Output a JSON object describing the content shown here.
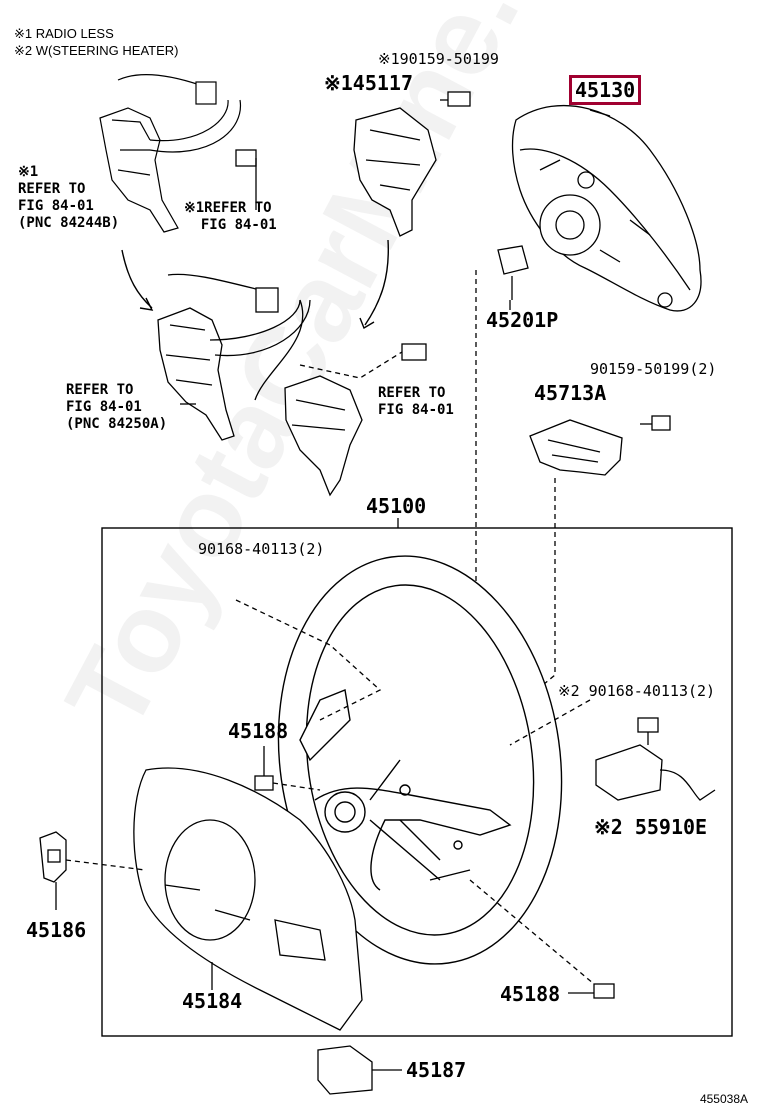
{
  "notes": {
    "n1": "※1 RADIO LESS",
    "n2": "※2 W(STEERING HEATER)"
  },
  "labels": {
    "p190159": "※190159-50199",
    "p45117": "※145117",
    "p45130": "45130",
    "p45201": "45201P",
    "p90159_2": "90159-50199(2)",
    "p45713": "45713A",
    "p45100": "45100",
    "p90168_2": "90168-40113(2)",
    "p90168_s2": "※2 90168-40113(2)",
    "p45188a": "45188",
    "p55910": "※2 55910E",
    "p45186": "45186",
    "p45184": "45184",
    "p45188b": "45188",
    "p45187": "45187"
  },
  "refs": {
    "r1": "※1\nREFER TO\nFIG 84-01\n(PNC 84244B)",
    "r2": "※1REFER TO\n  FIG 84-01",
    "r3": "REFER TO\nFIG 84-01\n(PNC 84250A)",
    "r4": "REFER TO\nFIG 84-01"
  },
  "highlight_color": "#a00030",
  "watermark": "ToyotaCarMine.ru",
  "figure_code": "455038A"
}
